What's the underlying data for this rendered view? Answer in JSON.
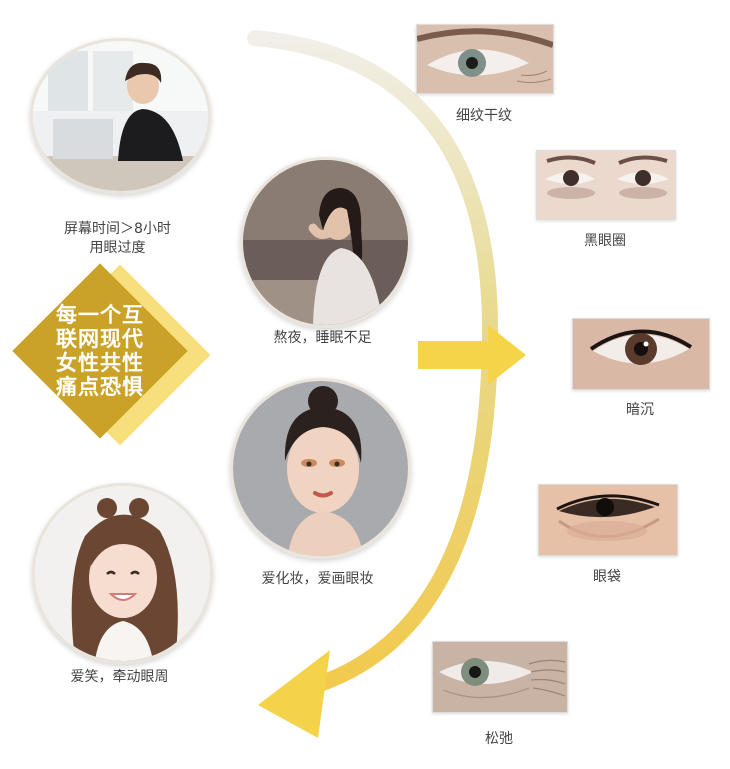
{
  "center_text": [
    "每一个互",
    "联网现代",
    "女性共性",
    "痛点恐惧"
  ],
  "causes": [
    {
      "label_line1": "屏幕时间＞8小时",
      "label_line2": "用眼过度",
      "icon": "woman-at-laptop-photo"
    },
    {
      "label_line1": "熬夜，睡眠不足",
      "label_line2": "",
      "icon": "tired-woman-photo"
    },
    {
      "label_line1": "爱化妆，爱画眼妆",
      "label_line2": "",
      "icon": "makeup-woman-photo"
    },
    {
      "label_line1": "爱笑，牵动眼周",
      "label_line2": "",
      "icon": "smiling-woman-photo"
    }
  ],
  "problems": [
    {
      "label": "细纹干纹",
      "icon": "fine-lines-eye-photo"
    },
    {
      "label": "黑眼圈",
      "icon": "dark-circles-eye-photo"
    },
    {
      "label": "暗沉",
      "icon": "dull-eye-photo"
    },
    {
      "label": "眼袋",
      "icon": "eye-bags-photo"
    },
    {
      "label": "松弛",
      "icon": "sagging-eye-photo"
    }
  ],
  "colors": {
    "gold_dark": "#c9a227",
    "gold_light": "#f7df7e",
    "arrow_yellow": "#f6d44a"
  }
}
